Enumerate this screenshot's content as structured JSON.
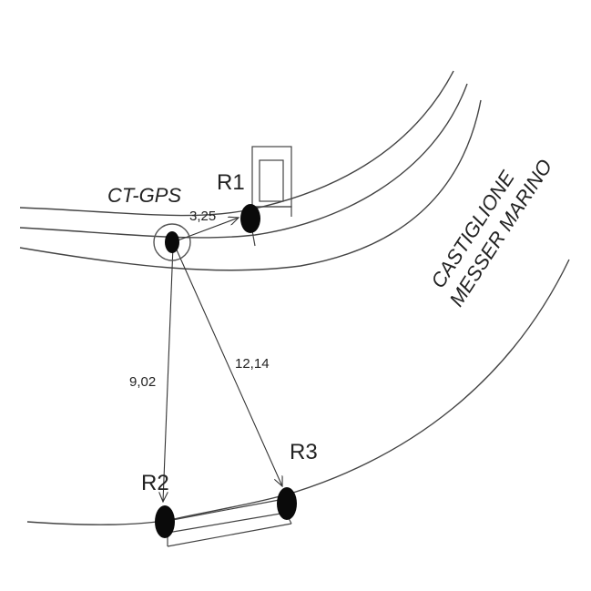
{
  "gps_station": {
    "label": "CT-GPS"
  },
  "stations": {
    "r1": {
      "label": "R1"
    },
    "r2": {
      "label": "R2"
    },
    "r3": {
      "label": "R3"
    }
  },
  "distances": {
    "to_r1": "3,25",
    "to_r2": "9,02",
    "to_r3": "12,14"
  },
  "town": {
    "line1": "CASTIGLIONE",
    "line2": "MESSER MARINO"
  }
}
